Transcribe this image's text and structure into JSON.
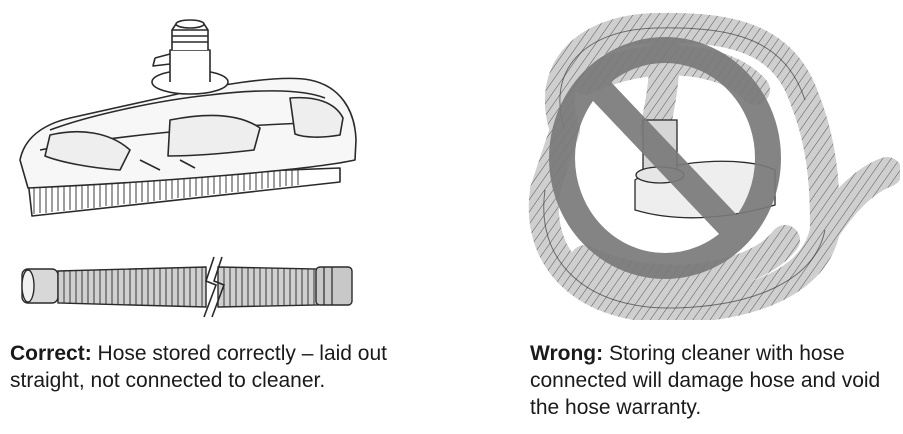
{
  "correct": {
    "label": "Correct:",
    "text": "Hose stored correctly – laid out straight, not connected to cleaner."
  },
  "wrong": {
    "label": "Wrong:",
    "text": "Storing cleaner with hose connected will damage hose and void the hose warranty."
  },
  "colors": {
    "line": "#2a2a2a",
    "fill_light": "#f2f2f2",
    "hose_gray": "#c8c8c8",
    "prohibit_gray": "#7a7a7a"
  },
  "icons": [
    "pool-cleaner-illustration",
    "straight-hose-illustration",
    "coiled-hose-illustration",
    "prohibition-icon"
  ]
}
